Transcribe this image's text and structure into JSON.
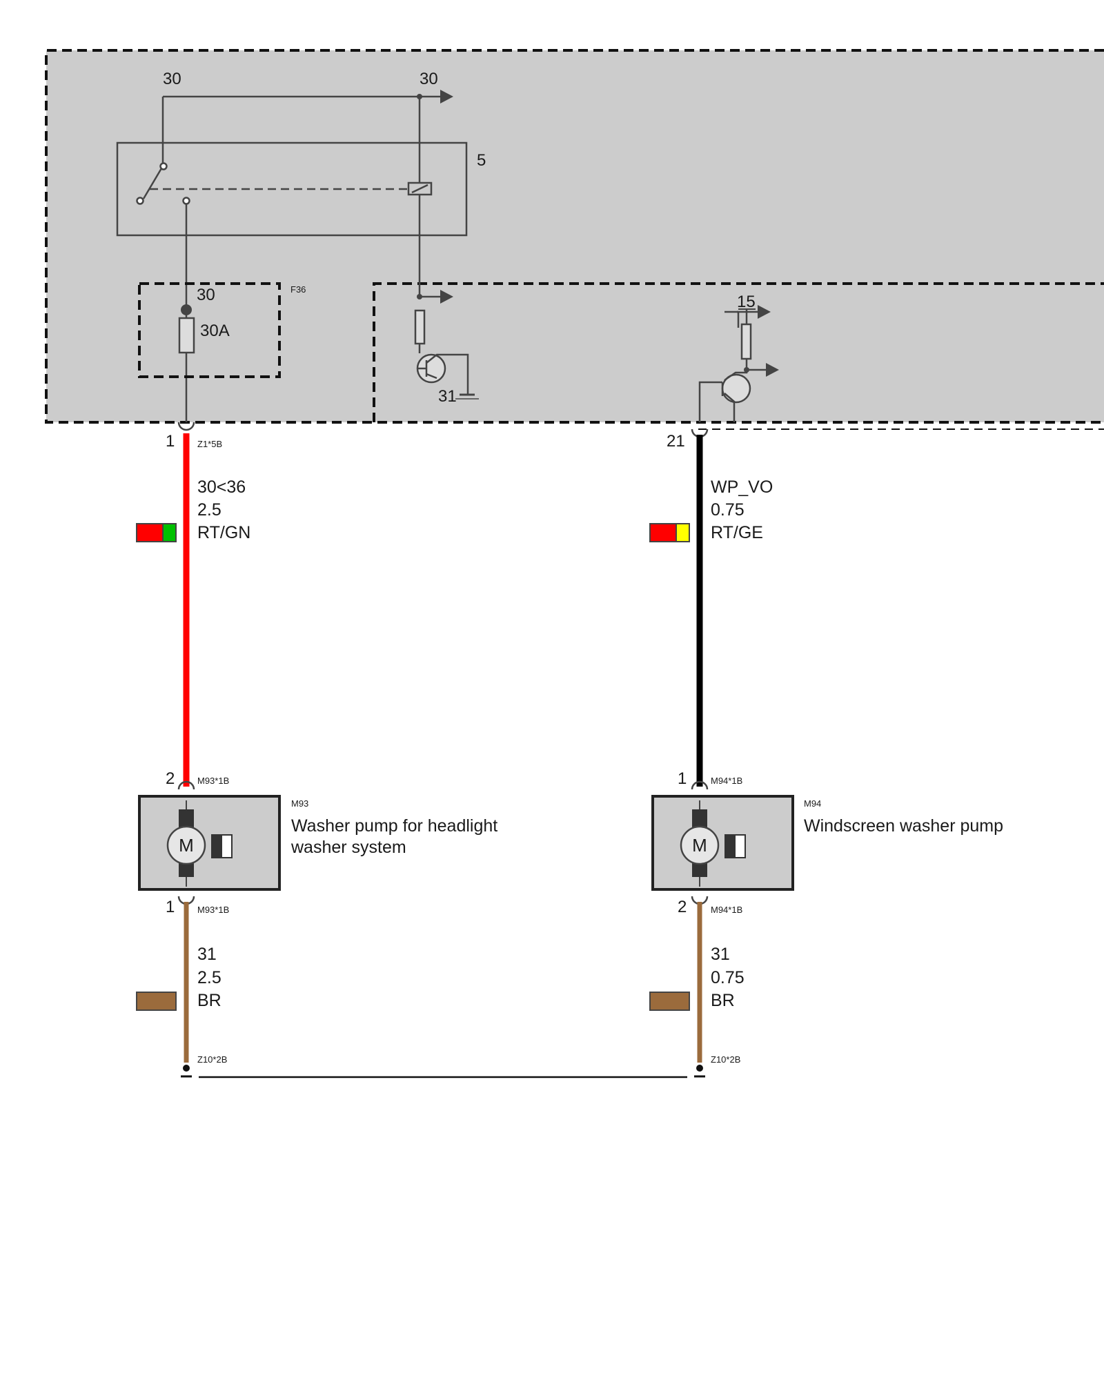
{
  "colors": {
    "housing": "#cccccc",
    "wire_red": "#ff0000",
    "wire_black": "#000000",
    "wire_brown": "#9b6b3c",
    "tag_green": "#00c000",
    "tag_yellow": "#ffff00",
    "line": "#444444"
  },
  "relay": {
    "id": "5",
    "terminal_left": "30",
    "terminal_right": "30"
  },
  "fuse": {
    "id": "F36",
    "terminal": "30",
    "rating": "30A"
  },
  "transistors": {
    "left_ground": "31",
    "right_supply": "15"
  },
  "wires": [
    {
      "pin": "1",
      "connector": "Z1*5B",
      "signal": "30<36",
      "gauge": "2.5",
      "color_code": "RT/GN",
      "color": "red-green"
    },
    {
      "pin": "21",
      "connector": "",
      "signal": "WP_VO",
      "gauge": "0.75",
      "color_code": "RT/GE",
      "color": "black"
    }
  ],
  "components": [
    {
      "id": "M93",
      "name_line1": "Washer pump for headlight",
      "name_line2": "washer system",
      "top_pin": "2",
      "top_connector": "M93*1B",
      "bottom_pin": "1",
      "bottom_connector": "M93*1B",
      "symbol": "M"
    },
    {
      "id": "M94",
      "name_line1": "Windscreen washer pump",
      "name_line2": "",
      "top_pin": "1",
      "top_connector": "M94*1B",
      "bottom_pin": "2",
      "bottom_connector": "M94*1B",
      "symbol": "M"
    }
  ],
  "ground_wires": [
    {
      "signal": "31",
      "gauge": "2.5",
      "color_code": "BR",
      "connector": "Z10*2B"
    },
    {
      "signal": "31",
      "gauge": "0.75",
      "color_code": "BR",
      "connector": "Z10*2B"
    }
  ]
}
